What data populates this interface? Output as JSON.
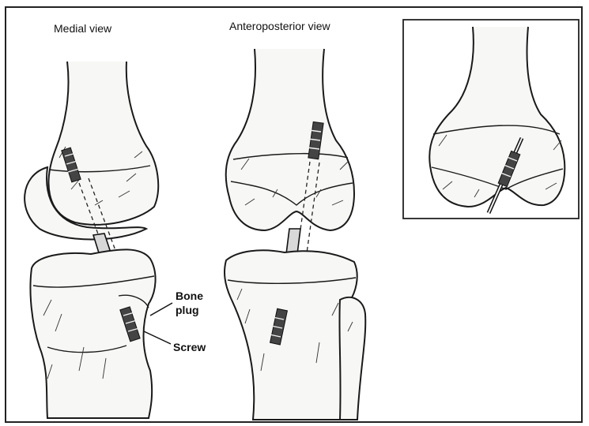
{
  "labels": {
    "medial_view": "Medial view",
    "anteroposterior_view": "Anteroposterior view",
    "bone_plug_line1": "Bone",
    "bone_plug_line2": "plug",
    "screw": "Screw"
  },
  "colors": {
    "ink": "#1a1a1a",
    "background": "#ffffff",
    "bone_fill": "#f7f7f5"
  }
}
